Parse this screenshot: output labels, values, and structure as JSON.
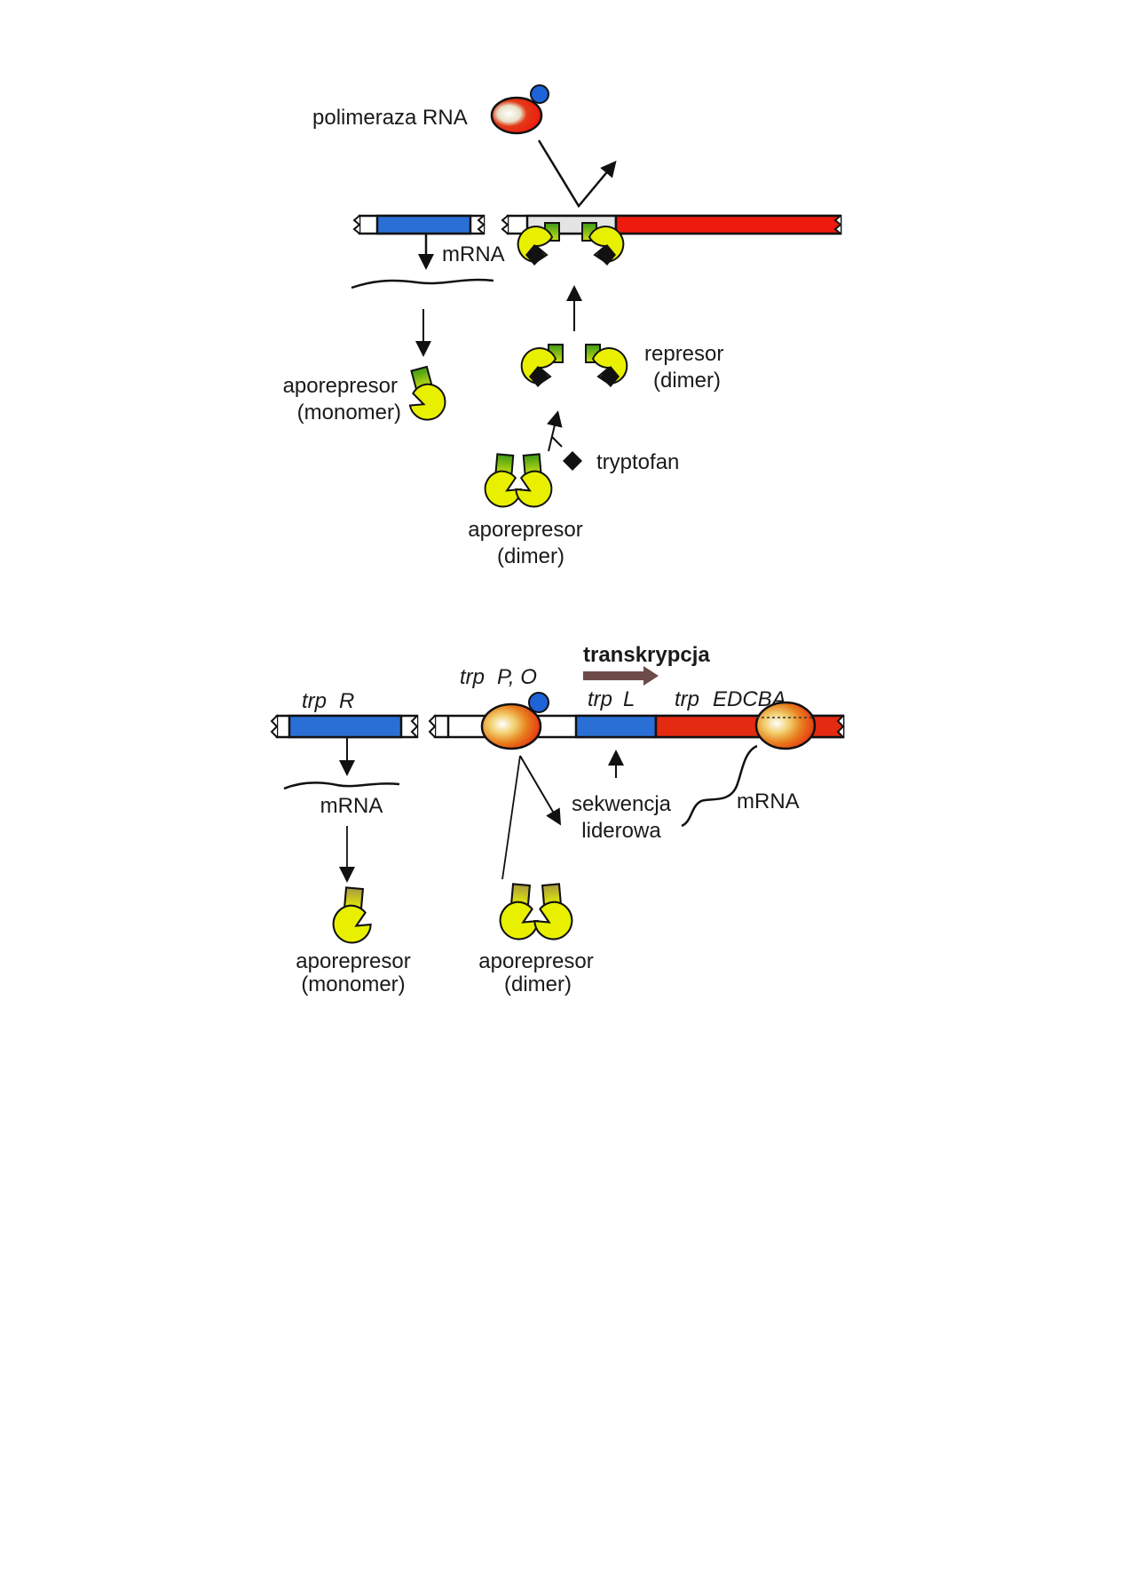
{
  "colors": {
    "blue_gene": "#2a6fd6",
    "red_gene": "#ee1a0e",
    "yellow_protein": "#e8f000",
    "green_stem": "#4da61c",
    "promoter_gray": "#e4e4e4",
    "transcription_arrow": "#6e4a4a",
    "blue_subunit": "#1e63d8"
  },
  "top_panel": {
    "polymerase_label": "polimeraza RNA",
    "mrna_label": "mRNA",
    "aporepressor_monomer": {
      "line1": "aporepresor",
      "line2": "(monomer)"
    },
    "repressor_dimer": {
      "line1": "represor",
      "line2": "(dimer)"
    },
    "tryptophan_label": "tryptofan",
    "aporepressor_dimer": {
      "line1": "aporepresor",
      "line2": "(dimer)"
    }
  },
  "bottom_panel": {
    "transcription_label": "transkrypcja",
    "trpR_label": {
      "prefix": "trp",
      "suffix": "R"
    },
    "trpPO_label": {
      "prefix": "trp",
      "suffix": "P, O"
    },
    "trpL_label": {
      "prefix": "trp",
      "suffix": "L"
    },
    "trpEDCBA_label": {
      "prefix": "trp",
      "suffix": "EDCBA"
    },
    "mrna_left_label": "mRNA",
    "leader_sequence": {
      "line1": "sekwencja",
      "line2": "liderowa"
    },
    "mrna_right_label": "mRNA",
    "aporepressor_monomer": {
      "line1": "aporepresor",
      "line2": "(monomer)"
    },
    "aporepressor_dimer": {
      "line1": "aporepresor",
      "line2": "(dimer)"
    }
  }
}
